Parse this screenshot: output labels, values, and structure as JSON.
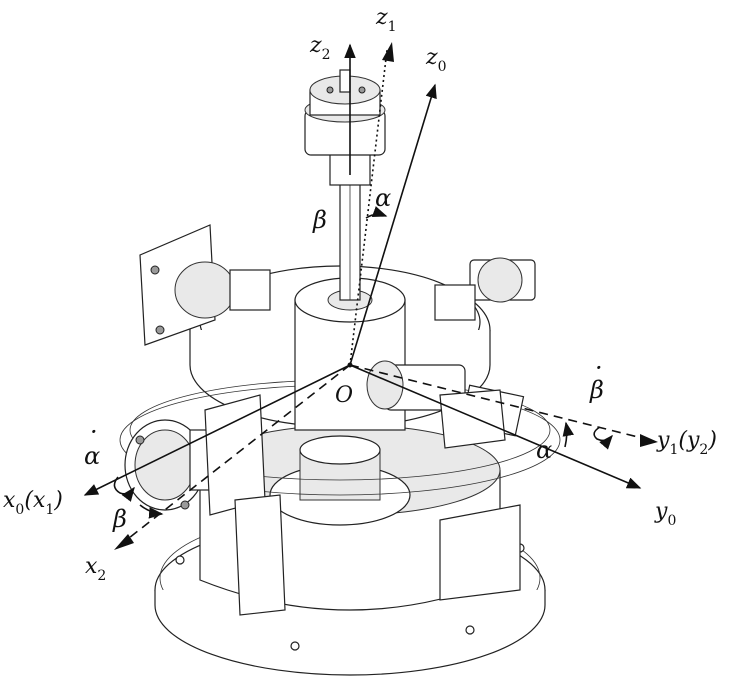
{
  "figure": {
    "labels": {
      "z2": {
        "base": "z",
        "sub": "2"
      },
      "z1": {
        "base": "z",
        "sub": "1"
      },
      "z0": {
        "base": "z",
        "sub": "0"
      },
      "origin": "O",
      "y1y2": {
        "base": "y",
        "sub": "1",
        "paren_base": "y",
        "paren_sub": "2"
      },
      "y0": {
        "base": "y",
        "sub": "0"
      },
      "x0x1": {
        "base": "x",
        "sub": "0",
        "paren_base": "x",
        "paren_sub": "1"
      },
      "x2": {
        "base": "x",
        "sub": "2"
      },
      "alpha": "α",
      "beta": "β",
      "alpha_dot": "α",
      "beta_dot": "β",
      "dot": "·",
      "open_paren": "(",
      "close_paren": ")"
    },
    "colors": {
      "ink": "#111111",
      "metal": "#e9e9e9",
      "shadow": "#9a9a9a"
    }
  }
}
